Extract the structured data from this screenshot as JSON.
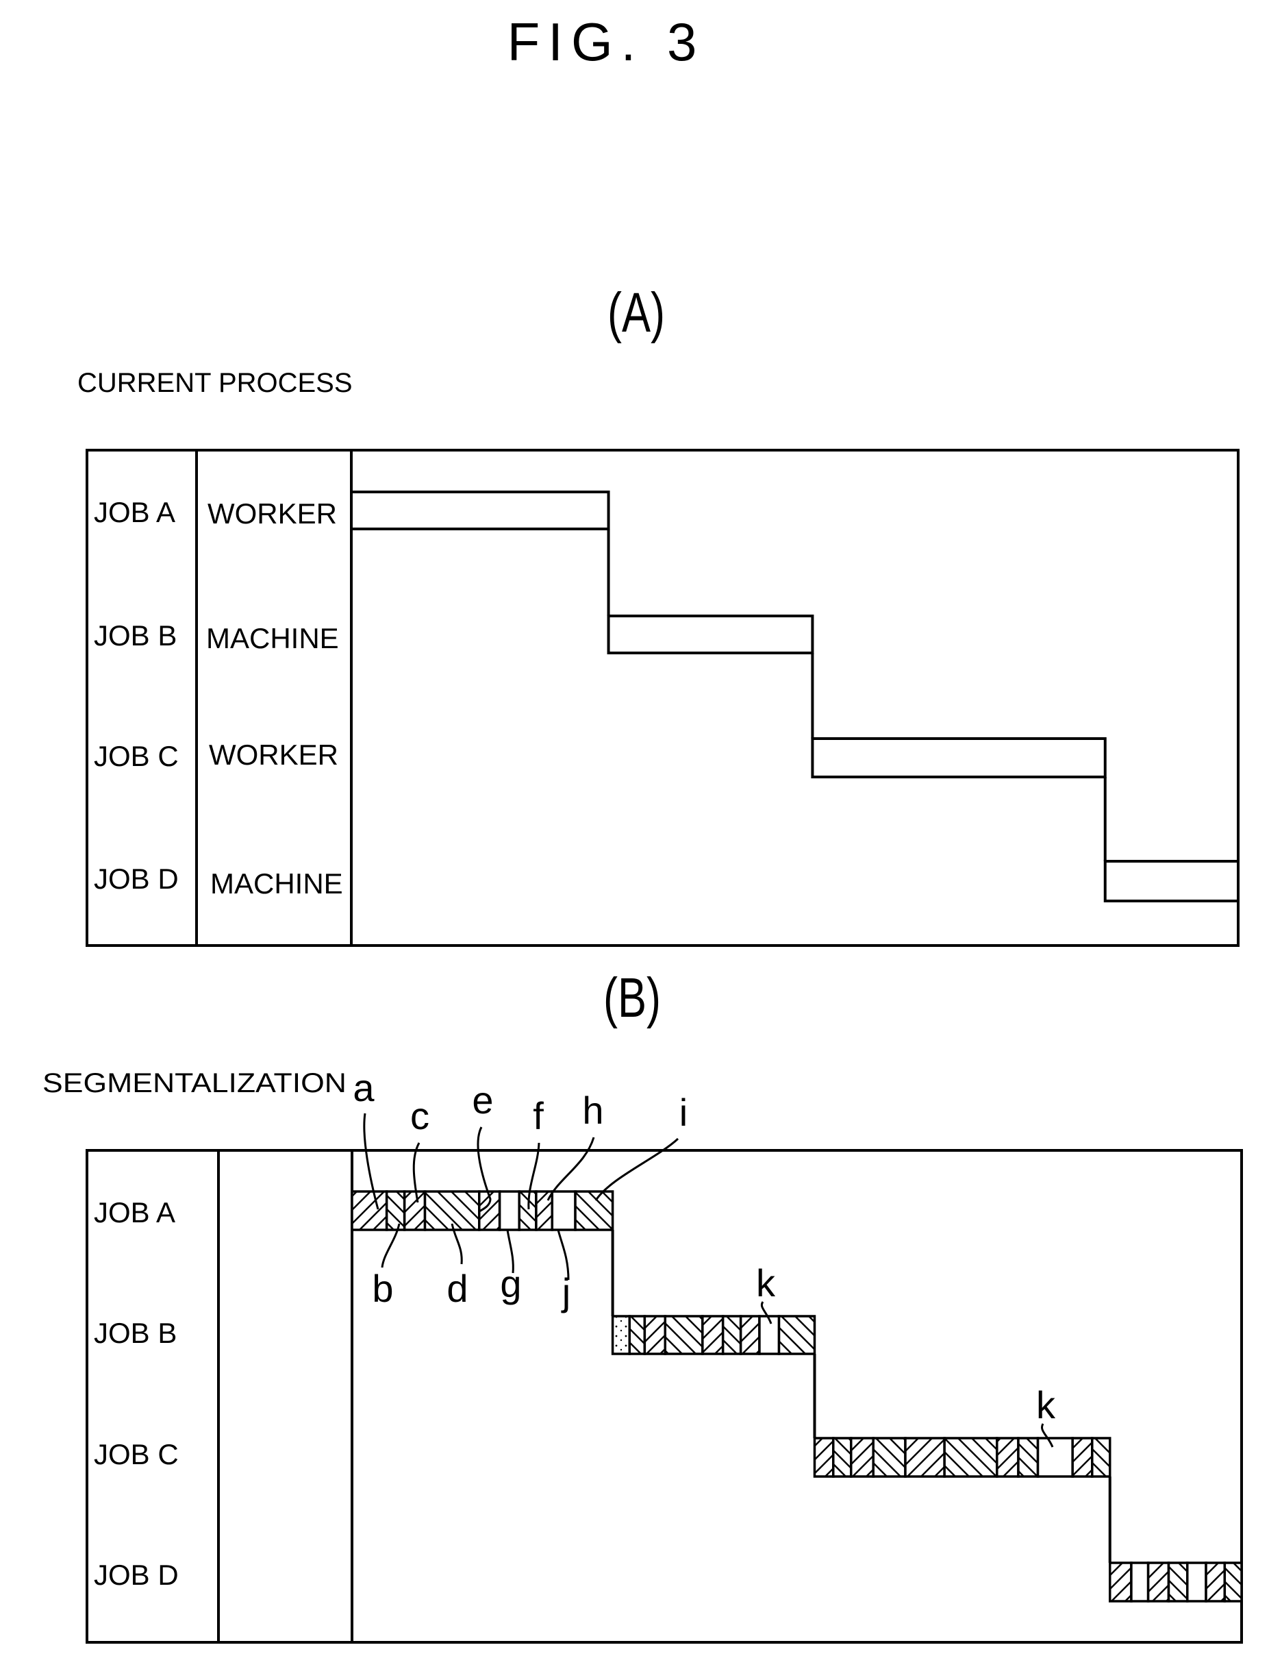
{
  "figure": {
    "title": "FIG. 3",
    "panels": [
      {
        "id": "A",
        "label": "(A)",
        "heading": "CURRENT PROCESS",
        "rows": [
          {
            "job": "JOB A",
            "resource": "WORKER"
          },
          {
            "job": "JOB B",
            "resource": "MACHINE"
          },
          {
            "job": "JOB C",
            "resource": "WORKER"
          },
          {
            "job": "JOB D",
            "resource": "MACHINE"
          }
        ],
        "time_spans": [
          {
            "job": "JOB A",
            "start": 0.0,
            "end": 0.29
          },
          {
            "job": "JOB B",
            "start": 0.29,
            "end": 0.52
          },
          {
            "job": "JOB C",
            "start": 0.52,
            "end": 0.85
          },
          {
            "job": "JOB D",
            "start": 0.85,
            "end": 1.0
          }
        ]
      },
      {
        "id": "B",
        "label": "(B)",
        "heading": "SEGMENTALIZATION",
        "rows": [
          {
            "job": "JOB A",
            "resource": ""
          },
          {
            "job": "JOB B",
            "resource": ""
          },
          {
            "job": "JOB C",
            "resource": ""
          },
          {
            "job": "JOB D",
            "resource": ""
          }
        ],
        "segments": [
          {
            "job": "JOB A",
            "boundaries": [
              0.0,
              0.039,
              0.059,
              0.082,
              0.143,
              0.166,
              0.188,
              0.207,
              0.225,
              0.251,
              0.293
            ],
            "patterns": [
              "fwd",
              "back",
              "fwd",
              "back",
              "fwd",
              "blank",
              "back",
              "fwd",
              "blank",
              "back"
            ]
          },
          {
            "job": "JOB B",
            "boundaries": [
              0.293,
              0.312,
              0.329,
              0.352,
              0.394,
              0.417,
              0.437,
              0.458,
              0.48,
              0.52
            ],
            "patterns": [
              "dots",
              "back",
              "fwd",
              "back",
              "fwd",
              "back",
              "fwd",
              "blank",
              "back"
            ]
          },
          {
            "job": "JOB C",
            "boundaries": [
              0.52,
              0.541,
              0.561,
              0.586,
              0.622,
              0.666,
              0.725,
              0.749,
              0.771,
              0.81,
              0.832,
              0.852
            ],
            "patterns": [
              "fwd",
              "back",
              "fwd",
              "back",
              "fwd",
              "back",
              "fwd",
              "back",
              "blank",
              "fwd",
              "back"
            ]
          },
          {
            "job": "JOB D",
            "boundaries": [
              0.852,
              0.876,
              0.895,
              0.918,
              0.939,
              0.96,
              0.981,
              1.0
            ],
            "patterns": [
              "fwd",
              "blank",
              "fwd",
              "back",
              "blank",
              "fwd",
              "back"
            ]
          }
        ],
        "reference_labels": {
          "top": [
            "a",
            "c",
            "e",
            "f",
            "h",
            "i"
          ],
          "bottom": [
            "b",
            "d",
            "g",
            "j"
          ],
          "job_b_gap": "k",
          "job_c_gap": "k"
        }
      }
    ]
  }
}
